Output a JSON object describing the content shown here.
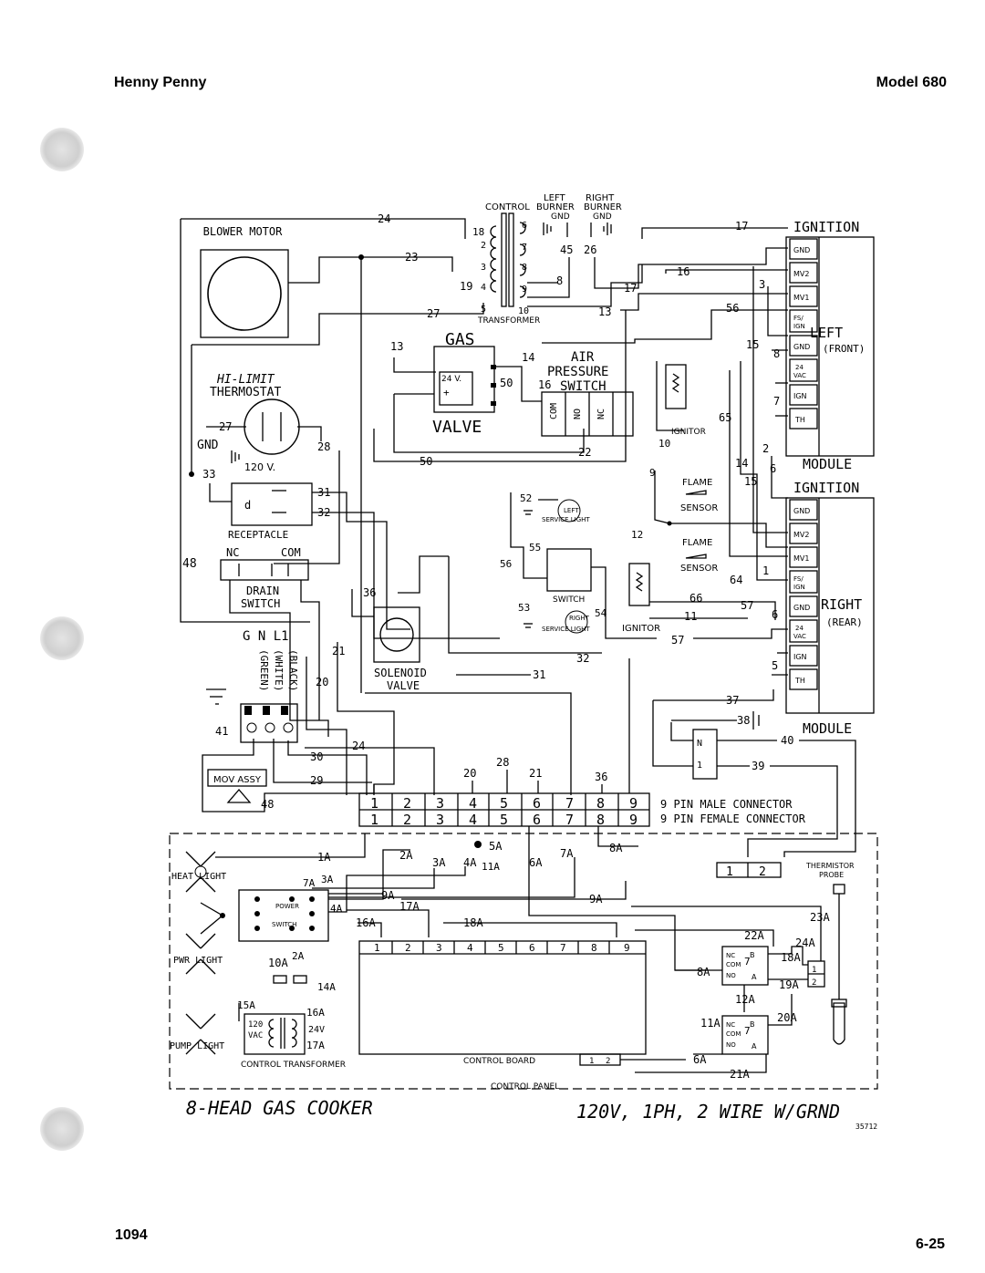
{
  "header": {
    "brand": "Henny Penny",
    "model": "Model 680"
  },
  "footer": {
    "left": "1094",
    "right": "6-25"
  },
  "title": {
    "name": "8-HEAD GAS COOKER",
    "spec": "120V, 1PH, 2 WIRE W/GRND",
    "code": "35712"
  },
  "components": {
    "blower_motor": "BLOWER MOTOR",
    "control": "CONTROL",
    "transformer": "TRANSFORMER",
    "left_burner": "LEFT BURNER",
    "right_burner": "RIGHT BURNER",
    "gnd": "GND",
    "gas": "GAS",
    "valve": "VALVE",
    "air_pressure_switch": "AIR PRESSURE SWITCH",
    "hi_limit": "HI-LIMIT THERMOSTAT",
    "receptacle": "RECEPTACLE",
    "v120": "120 V.",
    "drain_switch": "DRAIN SWITCH",
    "nc": "NC",
    "com": "COM",
    "gnl1": "G N L1",
    "green": "(GREEN)",
    "white": "(WHITE)",
    "black": "(BLACK)",
    "solenoid": "SOLENOID VALVE",
    "left_service_light": "LEFT SERVICE LIGHT",
    "right_service_light": "RIGHT SERVICE LIGHT",
    "switch": "SWITCH",
    "ignitor": "IGNITOR",
    "flame_sensor": "FLAME SENSOR",
    "ignition": "IGNITION",
    "module": "MODULE",
    "left_front": "LEFT",
    "front": "(FRONT)",
    "right_rear": "RIGHT",
    "rear": "(REAR)",
    "mov_assy": "MOV ASSY",
    "pin_male": "9 PIN MALE CONNECTOR",
    "pin_female": "9 PIN FEMALE CONNECTOR",
    "heat_light": "HEAT LIGHT",
    "pwr_light": "PWR LIGHT",
    "pump_light": "PUMP LIGHT",
    "power_switch": "POWER SWITCH",
    "control_transformer": "CONTROL TRANSFORMER",
    "control_board": "CONTROL BOARD",
    "control_panel": "CONTROL PANEL",
    "thermistor_probe": "THERMISTOR PROBE",
    "v24": "24 V.",
    "vac120": "120 VAC",
    "vac24": "24V"
  },
  "module_terminals": [
    "GND",
    "MV2",
    "MV1",
    "FS/ IGN",
    "GND",
    "24 VAC",
    "IGN",
    "TH"
  ],
  "connector_pins": [
    "1",
    "2",
    "3",
    "4",
    "5",
    "6",
    "7",
    "8",
    "9"
  ]
}
